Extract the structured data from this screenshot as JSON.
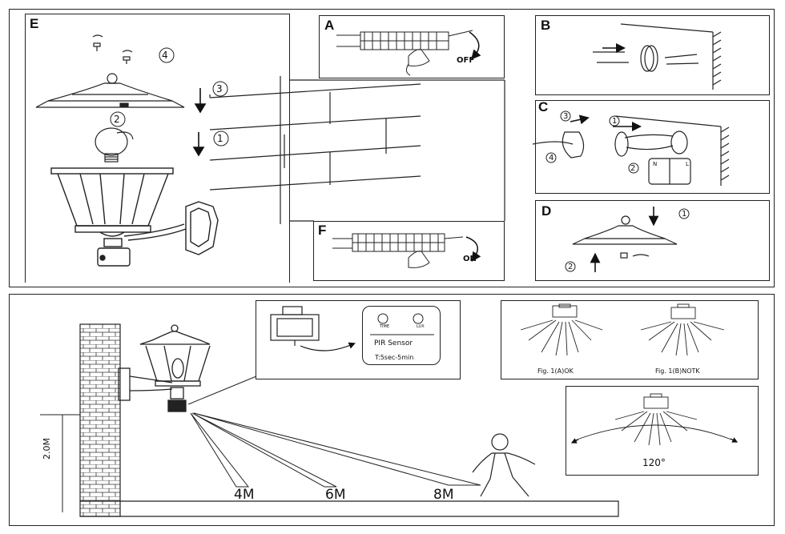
{
  "panels": {
    "e": {
      "letter": "E"
    },
    "a": {
      "letter": "A",
      "switch_label": "OFF"
    },
    "b": {
      "letter": "B"
    },
    "c": {
      "letter": "C"
    },
    "d": {
      "letter": "D"
    },
    "f": {
      "letter": "F",
      "switch_label": "ON"
    }
  },
  "steps": {
    "s1": "1",
    "s2": "2",
    "s3": "3",
    "s4": "4"
  },
  "terminals": {
    "n": "N",
    "l": "L"
  },
  "sensor": {
    "title": "PIR Sensor",
    "time_label": "TIME",
    "lux_label": "LUX",
    "range_text": "T:5sec-5min"
  },
  "figs": {
    "ok": "Fig. 1(A)OK",
    "notok": "Fig. 1(B)NOTK"
  },
  "angle": "120°",
  "height_label": "2.0M",
  "distances": {
    "d4": "4M",
    "d6": "6M",
    "d8": "8M"
  }
}
